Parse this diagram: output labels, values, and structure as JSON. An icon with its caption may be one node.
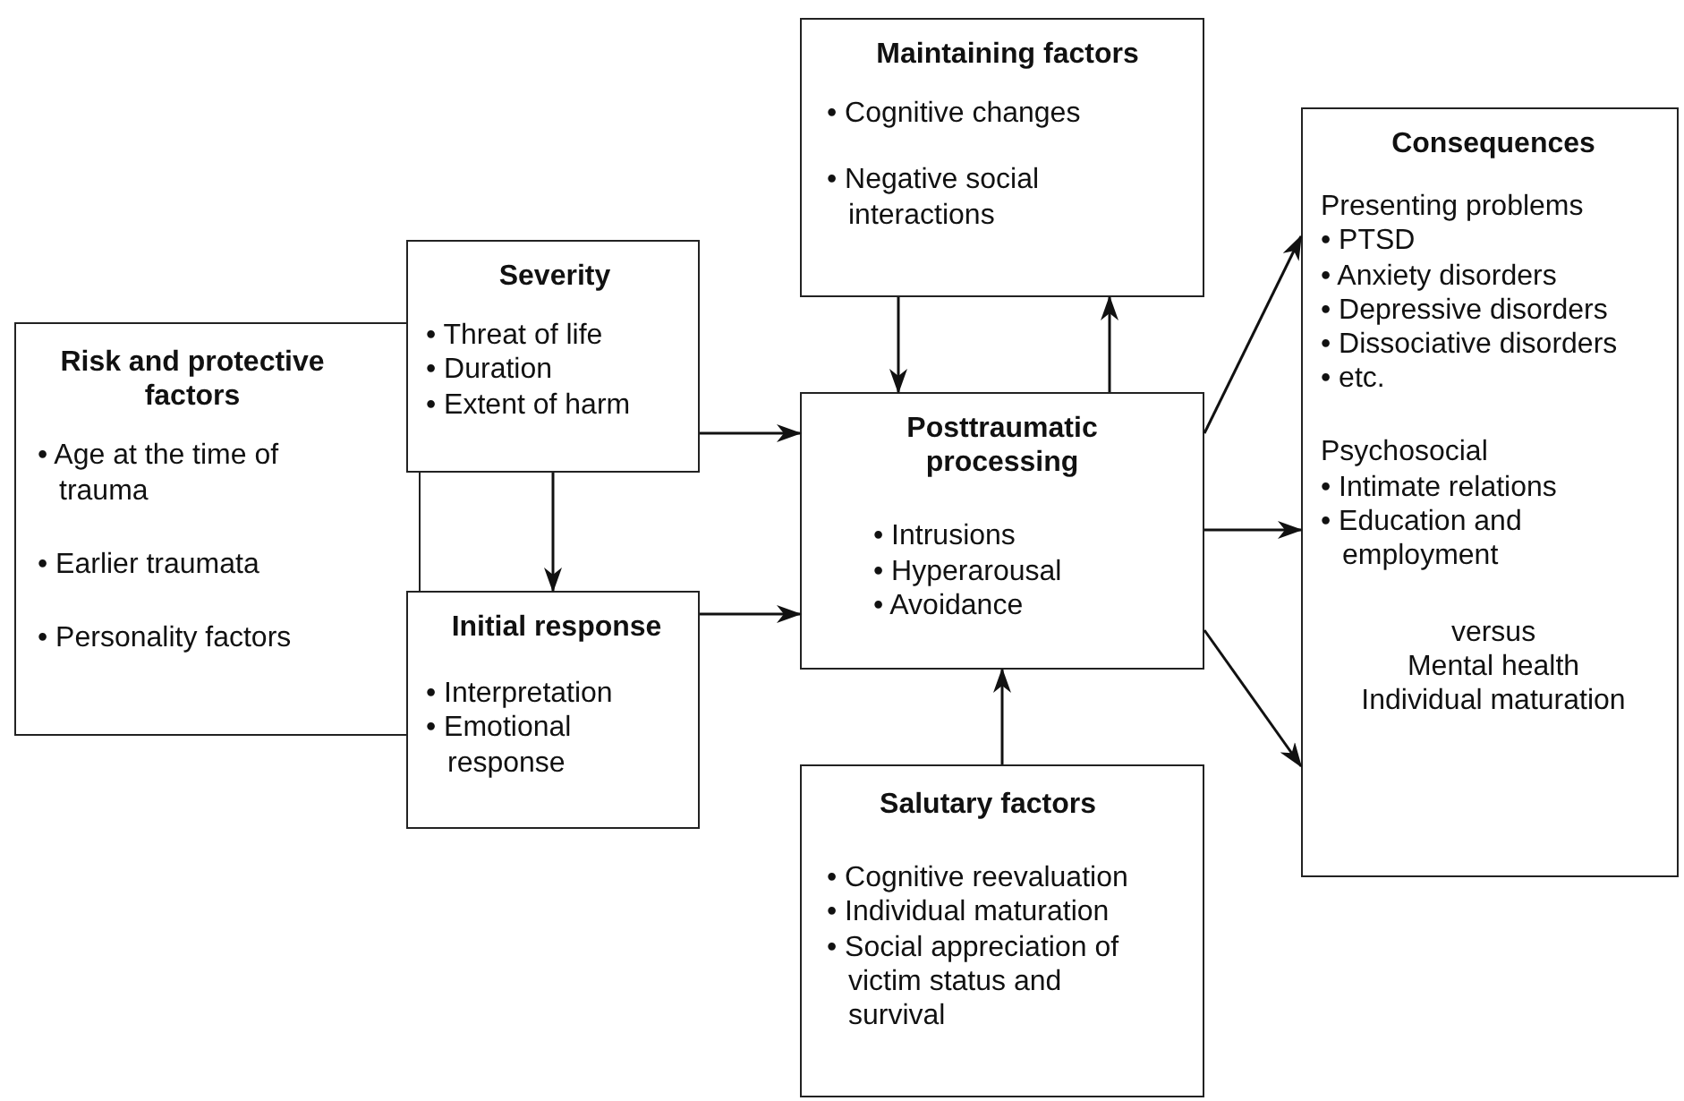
{
  "diagram": {
    "nodes": [
      {
        "text": [
          "Risk and protective factors",
          "• Age at the time of trauma",
          "• Earlier traumata",
          "• Personality factors"
        ]
      },
      {
        "text": [
          "Severity",
          "• Threat of life",
          "• Duration",
          "• Extent of harm"
        ]
      },
      {
        "text": [
          "Initial response",
          "• Interpretation",
          "• Emotional response"
        ]
      },
      {
        "text": [
          "Maintaining factors",
          "• Cognitive changes",
          "• Negative social interactions"
        ]
      },
      {
        "text": [
          "Posttraumatic processing",
          "• Intrusions",
          "• Hyperarousal",
          "• Avoidance"
        ]
      },
      {
        "text": [
          "Salutary factors",
          "• Cognitive reevaluation",
          "• Individual maturation",
          "• Social appreciation of victim status and survival"
        ]
      },
      {
        "text": [
          "Consequences",
          "Presenting problems",
          "• PTSD",
          "• Anxiety disorders",
          "• Depressive disorders",
          "• Dissociative disorders",
          "• etc.",
          "Psychosocial",
          "• Intimate relations",
          "• Education and employment",
          "versus",
          "Mental health",
          "Individual maturation"
        ]
      }
    ],
    "edges": [
      {
        "from": 1,
        "to": 4,
        "arrow": "to"
      },
      {
        "from": 2,
        "to": 4,
        "arrow": "to"
      },
      {
        "from": 1,
        "to": 2,
        "arrow": "to"
      },
      {
        "from": 3,
        "to": 4,
        "arrow": "to"
      },
      {
        "from": 4,
        "to": 3,
        "arrow": "to"
      },
      {
        "from": 5,
        "to": 4,
        "arrow": "to"
      },
      {
        "from": 4,
        "to": 6,
        "arrow": "to"
      },
      {
        "from": 4,
        "to": 6,
        "arrow": "to"
      },
      {
        "from": 4,
        "to": 6,
        "arrow": "to"
      }
    ]
  }
}
